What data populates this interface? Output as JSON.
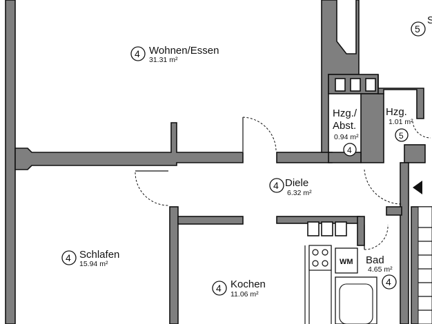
{
  "rooms": [
    {
      "id": "wohnen",
      "name": "Wohnen/Essen",
      "area": "31.31 m²",
      "number": "4"
    },
    {
      "id": "schlafen",
      "name": "Schlafen",
      "area": "15.94 m²",
      "number": "4"
    },
    {
      "id": "kochen",
      "name": "Kochen",
      "area": "11.06 m²",
      "number": "4"
    },
    {
      "id": "diele",
      "name": "Diele",
      "area": "6.32 m²",
      "number": "4"
    },
    {
      "id": "hzg_abst",
      "name_line1": "Hzg./",
      "name_line2": "Abst.",
      "area": "0.94 m²",
      "number": "4"
    },
    {
      "id": "hzg",
      "name": "Hzg.",
      "area": "1.01 m²",
      "number": "5"
    },
    {
      "id": "bad",
      "name": "Bad",
      "area": "4.65 m²",
      "number": "4"
    }
  ],
  "top_right": {
    "number": "5",
    "partial_letter": "S"
  },
  "fixtures": {
    "washing_machine_label": "WM"
  }
}
